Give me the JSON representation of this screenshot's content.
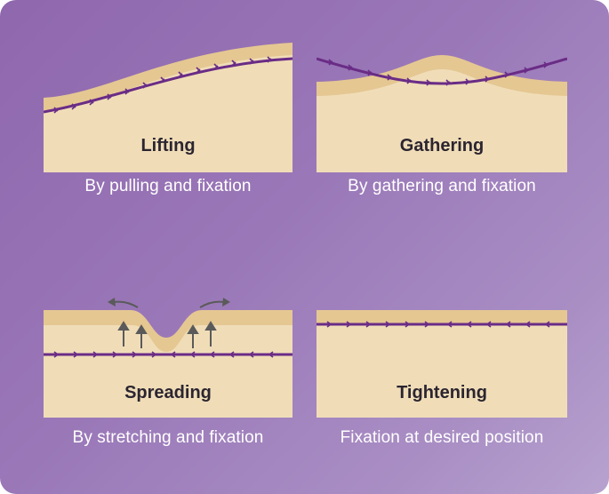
{
  "colors": {
    "background": "#9a78b8",
    "skin_light": "#f0ddb8",
    "skin_dark": "#e5c792",
    "thread": "#6a2c86",
    "arrow": "#5a5a5a",
    "label": "#2b2530",
    "caption": "#ffffff"
  },
  "panels": [
    {
      "title": "Lifting",
      "caption": "By pulling and fixation"
    },
    {
      "title": "Gathering",
      "caption": "By gathering and fixation"
    },
    {
      "title": "Spreading",
      "caption": "By stretching and fixation"
    },
    {
      "title": "Tightening",
      "caption": "Fixation at desired position"
    }
  ]
}
